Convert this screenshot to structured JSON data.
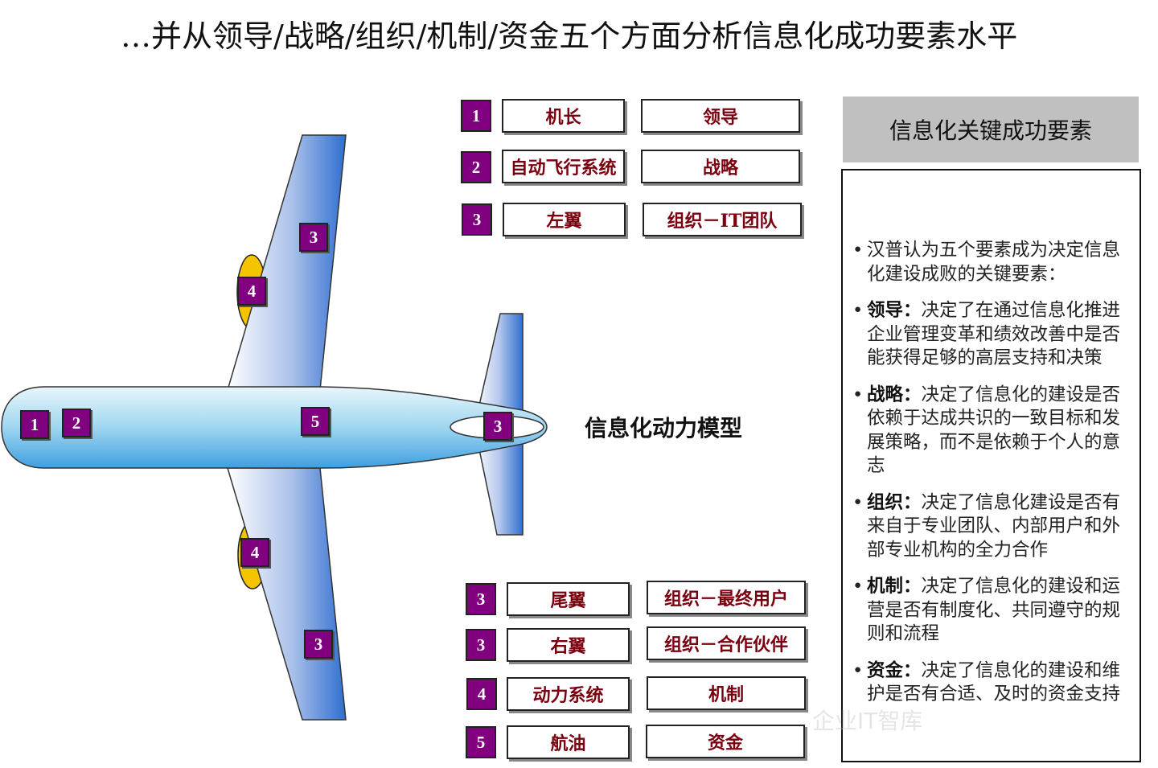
{
  "title": "…并从领导/战略/组织/机制/资金五个方面分析信息化成功要素水平",
  "colors": {
    "accent_purple": "#800080",
    "label_red": "#7a0010",
    "engine_yellow": "#f5c400",
    "plane_blue": "#2f6fd0",
    "panel_gray": "#c0c0c0"
  },
  "diagram": {
    "fuselage_numbers": [
      "1",
      "2",
      "5"
    ],
    "tail_number": "3",
    "upper_wing_numbers": [
      "3",
      "4"
    ],
    "lower_wing_numbers": [
      "4",
      "3"
    ],
    "model_label": "信息化动力模型"
  },
  "legend_top": [
    {
      "num": "1",
      "part": "机长",
      "meaning": "领导"
    },
    {
      "num": "2",
      "part": "自动飞行系统",
      "meaning": "战略"
    },
    {
      "num": "3",
      "part": "左翼",
      "meaning": "组织－IT团队"
    }
  ],
  "legend_bottom": [
    {
      "num": "3",
      "part": "尾翼",
      "meaning": "组织－最终用户"
    },
    {
      "num": "3",
      "part": "右翼",
      "meaning": "组织－合作伙伴"
    },
    {
      "num": "4",
      "part": "动力系统",
      "meaning": "机制"
    },
    {
      "num": "5",
      "part": "航油",
      "meaning": "资金"
    }
  ],
  "panel": {
    "heading": "信息化关键成功要素",
    "intro": "汉普认为五个要素成为决定信息化建设成败的关键要素：",
    "items": [
      {
        "term": "领导",
        "sep": "：",
        "text": "决定了在通过信息化推进企业管理变革和绩效改善中是否能获得足够的高层支持和决策"
      },
      {
        "term": "战略",
        "sep": "：",
        "text": "决定了信息化的建设是否依赖于达成共识的一致目标和发展策略，而不是依赖于个人的意志"
      },
      {
        "term": "组织",
        "sep": "：",
        "text": "决定了信息化建设是否有来自于专业团队、内部用户和外部专业机构的全力合作"
      },
      {
        "term": "机制",
        "sep": "：",
        "text": "决定了信息化的建设和运营是否有制度化、共同遵守的规则和流程"
      },
      {
        "term": "资金",
        "sep": "：",
        "text": "决定了信息化的建设和维护是否有合适、及时的资金支持"
      }
    ]
  },
  "watermark": "企业IT智库"
}
